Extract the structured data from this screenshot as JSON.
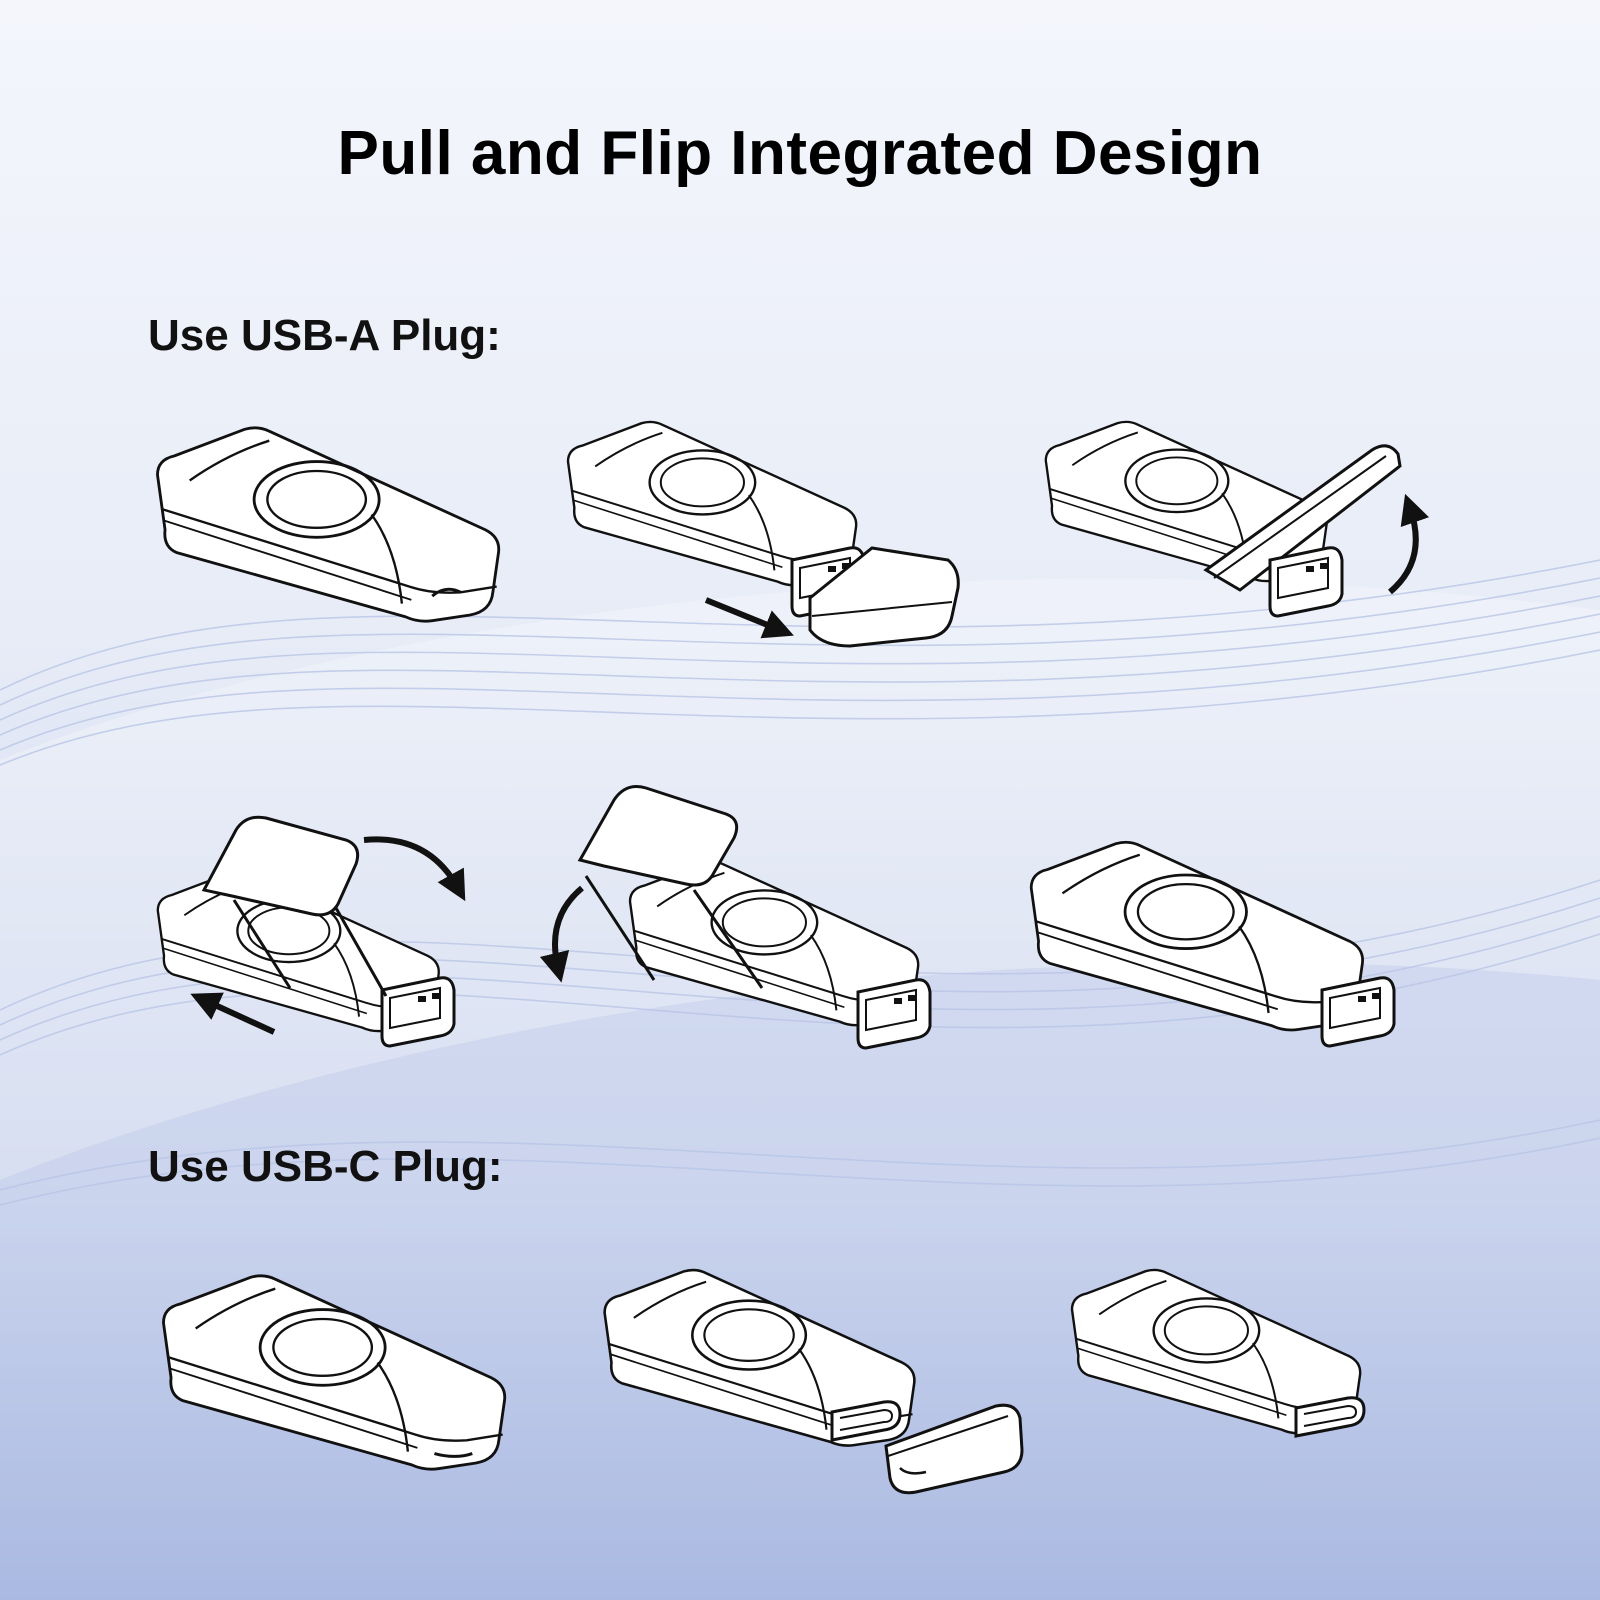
{
  "title": "Pull and Flip Integrated Design",
  "sections": [
    {
      "label": "Use USB-A Plug:",
      "step_count": 6
    },
    {
      "label": "Use USB-C Plug:",
      "step_count": 3
    }
  ],
  "colors": {
    "line": "#111111",
    "device_fill": "#ffffff",
    "background_top": "#f4f6fc",
    "background_bottom": "#8fa3d8",
    "wave": "#b9c6e6"
  },
  "icons": [
    "arrow-right-icon",
    "arrow-left-icon",
    "curved-arrow-up-icon",
    "curved-arrow-over-icon",
    "curved-arrow-down-icon"
  ]
}
